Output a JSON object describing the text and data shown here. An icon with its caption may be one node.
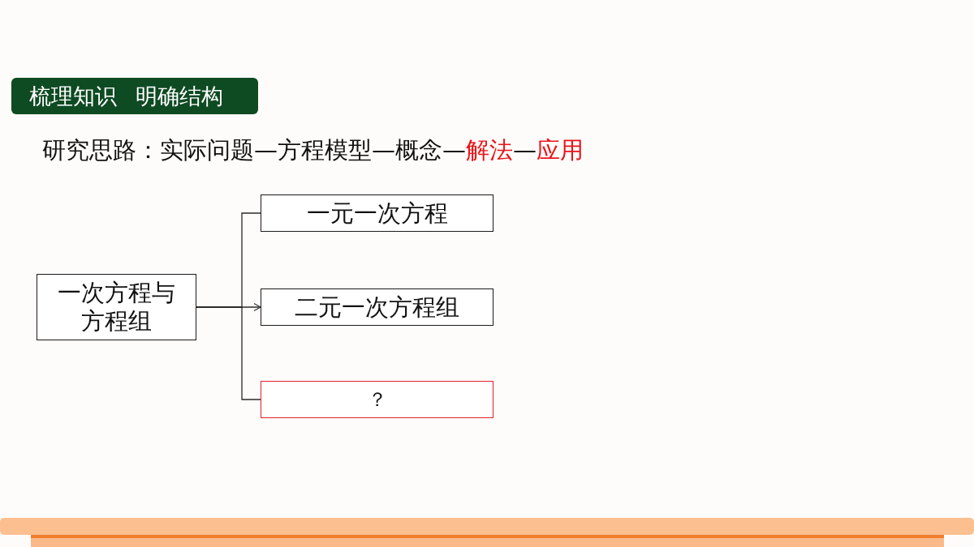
{
  "diagram": {
    "title": "梳理知识 明确结构",
    "nodes": [
      {
        "text": [
          "一次方程与方程组"
        ]
      },
      {
        "text": [
          "一元一次方程"
        ]
      },
      {
        "text": [
          "二元一次方程组"
        ]
      },
      {
        "text": [
          "？"
        ]
      }
    ],
    "edges": [
      {
        "from": 0,
        "to": 1,
        "arrow": "none"
      },
      {
        "from": 0,
        "to": 2,
        "arrow": "to"
      },
      {
        "from": 0,
        "to": 3,
        "arrow": "none"
      }
    ],
    "labels": [
      "研究思路：实际问题—方程模型—概念—",
      "解法",
      "—",
      "应用"
    ]
  }
}
